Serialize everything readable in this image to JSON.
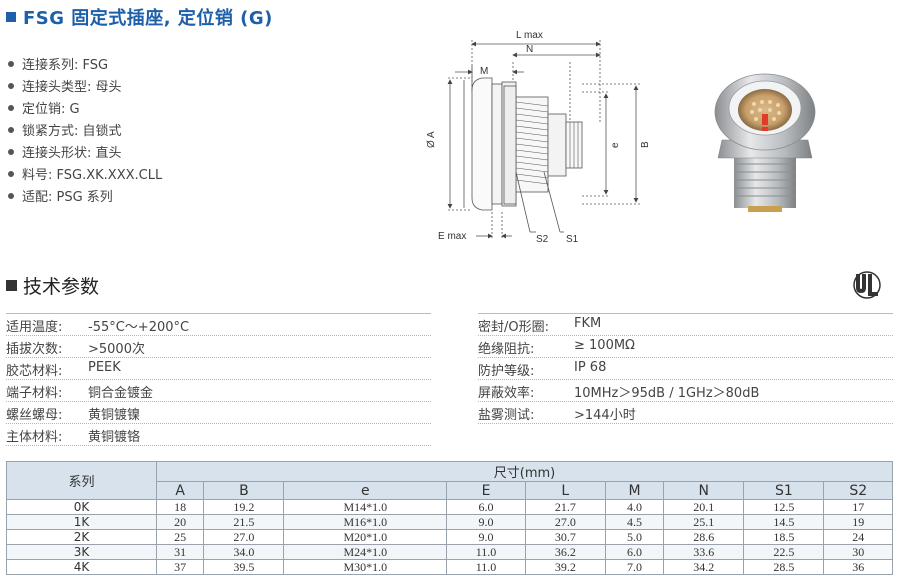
{
  "title": "FSG 固定式插座, 定位销 (G)",
  "bullets": [
    "连接系列: FSG",
    "连接头类型: 母头",
    "定位销: G",
    "锁紧方式: 自锁式",
    "连接头形状: 直头",
    "料号: FSG.XK.XXX.CLL",
    "适配: PSG 系列"
  ],
  "drawing_labels": {
    "lmax": "L max",
    "n": "N",
    "m": "M",
    "phi_a": "Ø A",
    "e": "e",
    "b": "B",
    "emax": "E max",
    "s2": "S2",
    "s1": "S1"
  },
  "tech_title": "技术参数",
  "params_left": [
    {
      "k": "适用温度:",
      "v": "-55°C～+200°C"
    },
    {
      "k": "插拔次数:",
      "v": ">5000次"
    },
    {
      "k": "胶芯材料:",
      "v": "PEEK"
    },
    {
      "k": "端子材料:",
      "v": "铜合金镀金"
    },
    {
      "k": "螺丝螺母:",
      "v": "黄铜镀镍"
    },
    {
      "k": "主体材料:",
      "v": "黄铜镀铬"
    }
  ],
  "params_right": [
    {
      "k": "密封/O形圈:",
      "v": "FKM"
    },
    {
      "k": "绝缘阻抗:",
      "v": "≥ 100MΩ"
    },
    {
      "k": "防护等级:",
      "v": "IP 68"
    },
    {
      "k": "屏蔽效率:",
      "v": "10MHz＞95dB / 1GHz＞80dB"
    },
    {
      "k": "盐雾测试:",
      "v": ">144小时"
    }
  ],
  "table": {
    "series_header": "系列",
    "size_header": "尺寸(mm)",
    "columns": [
      "A",
      "B",
      "e",
      "E",
      "L",
      "M",
      "N",
      "S1",
      "S2"
    ],
    "rows": [
      {
        "series": "0K",
        "cells": [
          "18",
          "19.2",
          "M14*1.0",
          "6.0",
          "21.7",
          "4.0",
          "20.1",
          "12.5",
          "17"
        ]
      },
      {
        "series": "1K",
        "cells": [
          "20",
          "21.5",
          "M16*1.0",
          "9.0",
          "27.0",
          "4.5",
          "25.1",
          "14.5",
          "19"
        ]
      },
      {
        "series": "2K",
        "cells": [
          "25",
          "27.0",
          "M20*1.0",
          "9.0",
          "30.7",
          "5.0",
          "28.6",
          "18.5",
          "24"
        ]
      },
      {
        "series": "3K",
        "cells": [
          "31",
          "34.0",
          "M24*1.0",
          "11.0",
          "36.2",
          "6.0",
          "33.6",
          "22.5",
          "30"
        ]
      },
      {
        "series": "4K",
        "cells": [
          "37",
          "39.5",
          "M30*1.0",
          "11.0",
          "39.2",
          "7.0",
          "34.2",
          "28.5",
          "36"
        ]
      }
    ]
  },
  "colors": {
    "title_blue": "#1d5fa8",
    "table_header": "#d7e2ed",
    "contact_red": "#e23b2a"
  }
}
